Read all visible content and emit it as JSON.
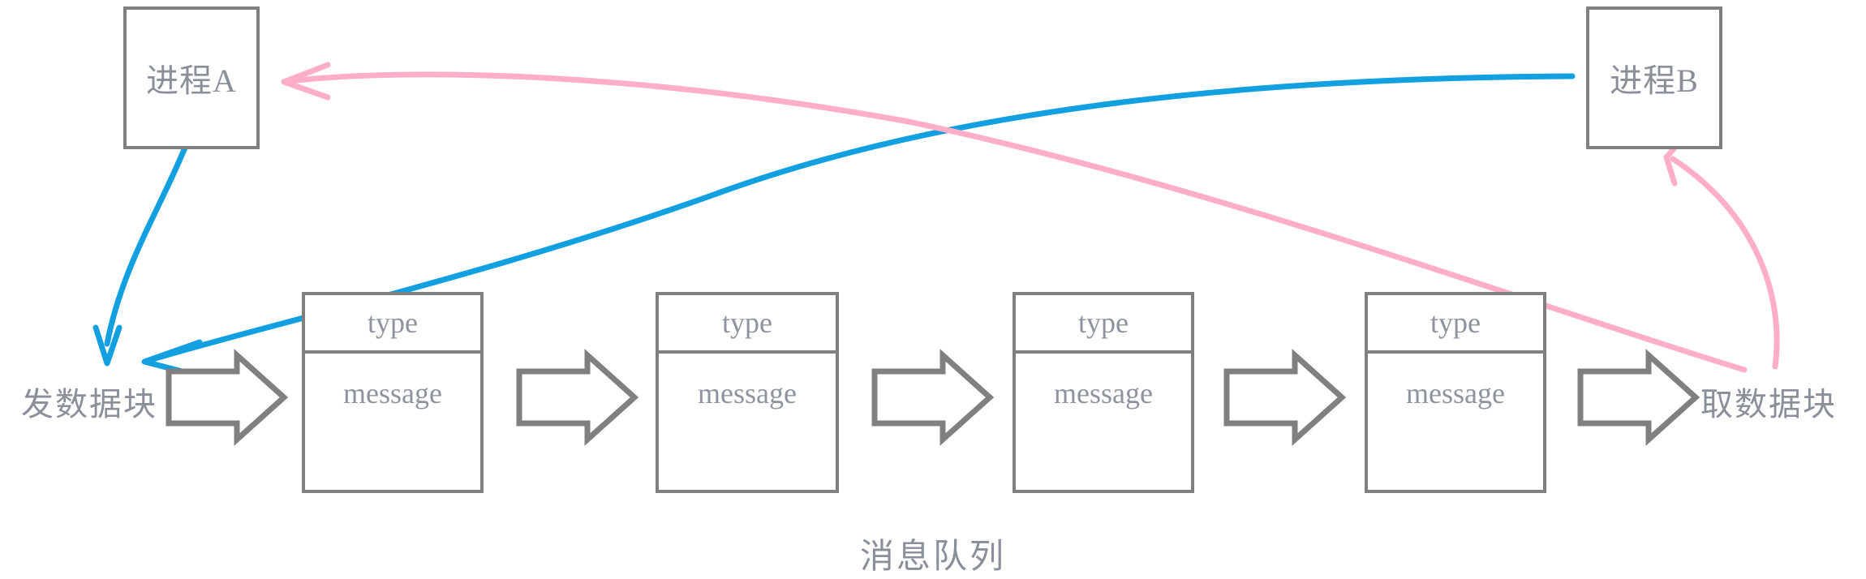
{
  "diagram": {
    "title_caption": "消息队列",
    "colors": {
      "stroke_gray": "#808080",
      "text_gray": "#8a8f99",
      "arrow_blue": "#12A0E0",
      "arrow_pink": "#FFAEC9",
      "background": "#ffffff"
    },
    "processes": [
      {
        "id": "process-a",
        "label": "进程A"
      },
      {
        "id": "process-b",
        "label": "进程B"
      }
    ],
    "endpoint_labels": {
      "send": "发数据块",
      "receive": "取数据块"
    },
    "message_slots": [
      {
        "type_label": "type",
        "message_label": "message"
      },
      {
        "type_label": "type",
        "message_label": "message"
      },
      {
        "type_label": "type",
        "message_label": "message"
      },
      {
        "type_label": "type",
        "message_label": "message"
      }
    ],
    "flow_arrows": [
      {
        "name": "queue-arrow-1",
        "direction": "right"
      },
      {
        "name": "queue-arrow-2",
        "direction": "right"
      },
      {
        "name": "queue-arrow-3",
        "direction": "right"
      },
      {
        "name": "queue-arrow-4",
        "direction": "right"
      },
      {
        "name": "queue-arrow-5",
        "direction": "right"
      }
    ],
    "curved_links": [
      {
        "name": "process-a-to-send",
        "color": "#12A0E0",
        "from": "进程A",
        "to": "发数据块"
      },
      {
        "name": "receive-side-to-send",
        "color": "#12A0E0",
        "from": "进程B",
        "to": "发数据块"
      },
      {
        "name": "queue-to-process-a",
        "color": "#FFAEC9",
        "from": "取数据块",
        "to": "进程A"
      },
      {
        "name": "receive-to-process-b",
        "color": "#FFAEC9",
        "from": "取数据块",
        "to": "进程B"
      }
    ]
  }
}
